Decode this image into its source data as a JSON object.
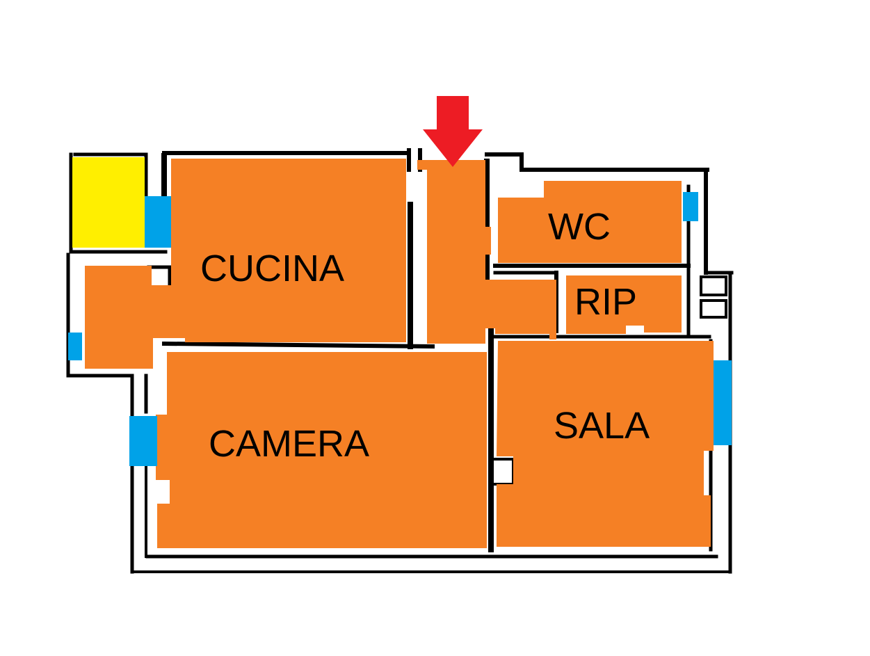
{
  "rooms": [
    {
      "id": "cucina",
      "label": "CUCINA"
    },
    {
      "id": "wc",
      "label": "WC"
    },
    {
      "id": "rip",
      "label": "RIP"
    },
    {
      "id": "camera",
      "label": "CAMERA"
    },
    {
      "id": "sala",
      "label": "SALA"
    }
  ],
  "colors": {
    "room_fill": "#f58025",
    "balcony_fill": "#ffef00",
    "window_fill": "#00a2e8",
    "entrance_arrow": "#ed1c24",
    "wall": "#000000"
  },
  "icons": {
    "entrance": "down-arrow-icon"
  }
}
